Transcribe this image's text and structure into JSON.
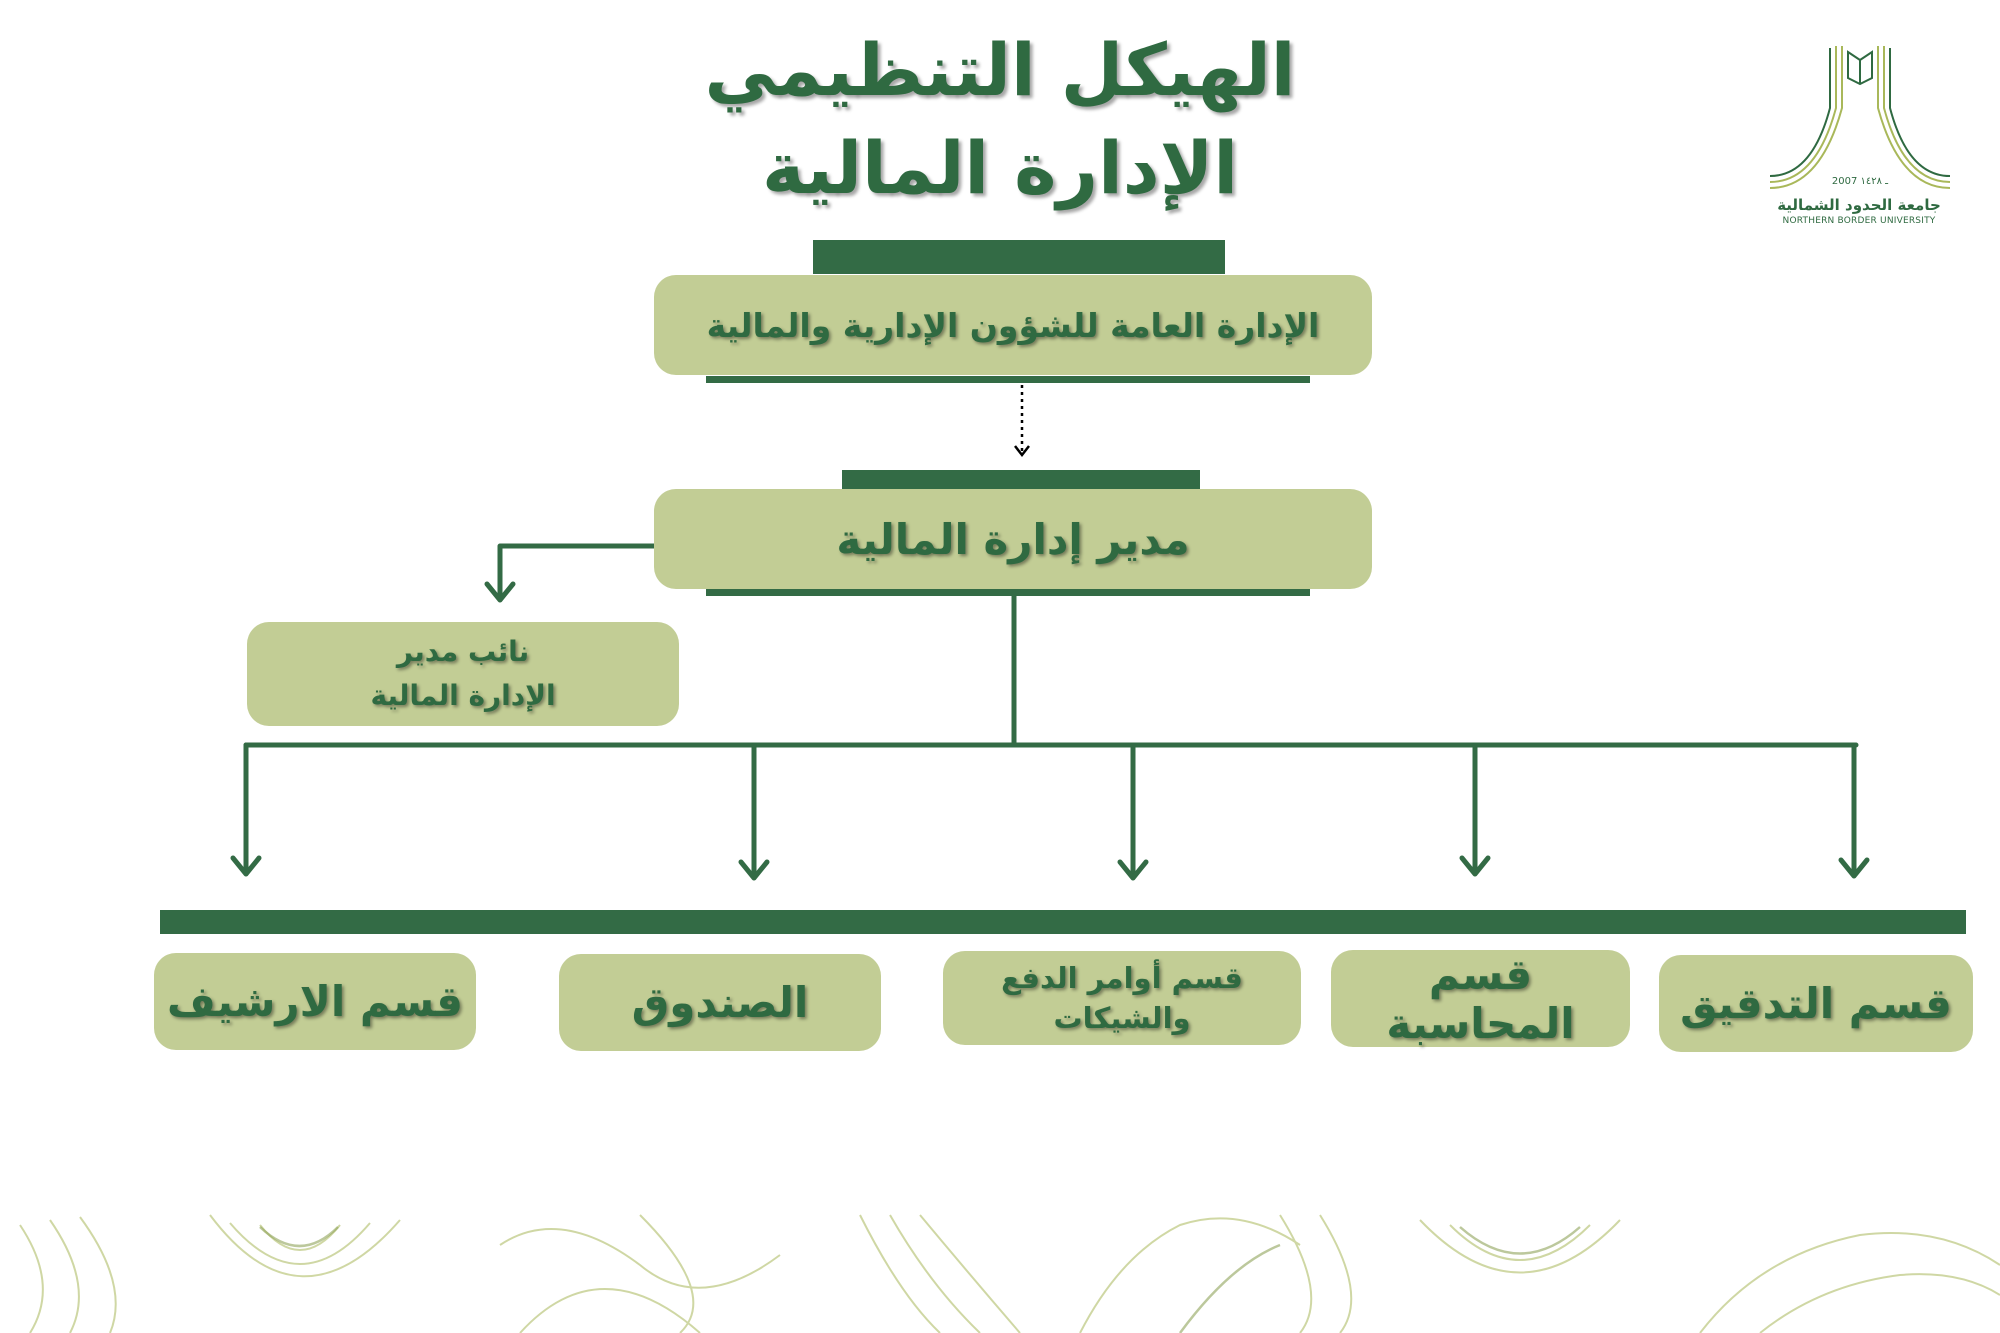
{
  "title": {
    "line1": "الهيكل التنظيمي",
    "line2": "الإدارة المالية"
  },
  "logo": {
    "year": "2007 ـ ١٤٢٨",
    "name_ar": "جامعة الحدود الشمالية",
    "name_en": "NORTHERN BORDER UNIVERSITY"
  },
  "nodes": {
    "general_admin": "الإدارة العامة للشؤون الإدارية والمالية",
    "finance_manager": "مدير إدارة المالية",
    "deputy": "نائب مدير\nالإدارة المالية",
    "departments": [
      "قسم التدقيق",
      "قسم المحاسبة",
      "قسم أوامر الدفع\nوالشيكات",
      "الصندوق",
      "قسم الارشيف"
    ]
  },
  "colors": {
    "dark_green": "#336b45",
    "light_green": "#c2cd95",
    "text_green": "#2f6a41"
  }
}
